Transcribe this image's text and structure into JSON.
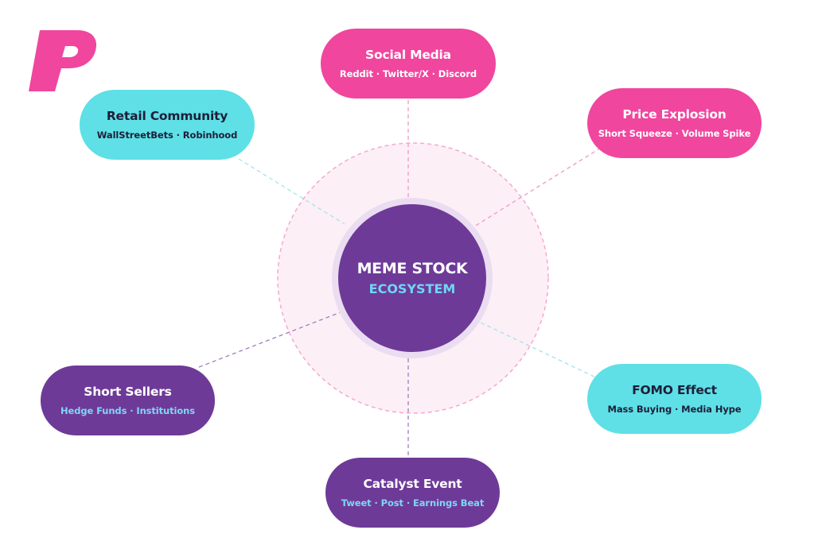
{
  "center": {
    "title": "MEME STOCK",
    "subtitle": "ECOSYSTEM"
  },
  "nodes": [
    {
      "id": "social-media",
      "title": "Social Media",
      "subtitle": "Reddit · Twitter/X · Discord",
      "color": "#F0469E"
    },
    {
      "id": "retail-community",
      "title": "Retail Community",
      "subtitle": "WallStreetBets · Robinhood",
      "color": "#5EE0E6"
    },
    {
      "id": "price-explosion",
      "title": "Price Explosion",
      "subtitle": "Short Squeeze · Volume Spike",
      "color": "#F0469E"
    },
    {
      "id": "short-sellers",
      "title": "Short Sellers",
      "subtitle": "Hedge Funds · Institutions",
      "color": "#6E3A98"
    },
    {
      "id": "fomo-effect",
      "title": "FOMO Effect",
      "subtitle": "Mass Buying · Media Hype",
      "color": "#5EE0E6"
    },
    {
      "id": "catalyst-event",
      "title": "Catalyst Event",
      "subtitle": "Tweet · Post · Earnings Beat",
      "color": "#6E3A98"
    }
  ],
  "colors": {
    "pink": "#F0469E",
    "cyan": "#5EE0E6",
    "purple": "#6E3A98",
    "light_blue": "#6FD6F5"
  },
  "logo": {
    "icon": "p-logo-icon"
  }
}
